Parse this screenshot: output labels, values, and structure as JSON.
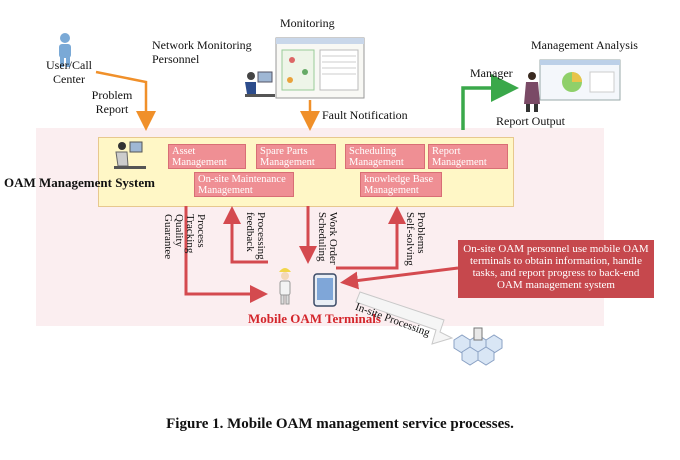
{
  "actors": {
    "user_call_center": "User/Call\nCenter",
    "network_monitoring": "Network Monitoring\nPersonnel",
    "monitoring": "Monitoring",
    "manager": "Manager",
    "management_analysis": "Management Analysis"
  },
  "flows": {
    "problem_report": "Problem\nReport",
    "fault_notification": "Fault Notification",
    "report_output": "Report Output",
    "process_tracking": "Process\nTracking\nQuality\nGuarantee",
    "processing_feedback": "Processing\nfeedback",
    "work_order": "Work Order\nScheduling",
    "problems_self_solving": "Problems\nSelf-solving",
    "insite_processing": "In-site Processing"
  },
  "system": {
    "title": "OAM Management System",
    "modules": {
      "asset": "Asset\nManagement",
      "spare_parts": "Spare Parts\nManagement",
      "scheduling": "Scheduling\nManagement",
      "report": "Report\nManagement",
      "onsite": "On-site Maintenance\nManagement",
      "knowledge": "knowledge Base\nManagement"
    }
  },
  "terminals_label": "Mobile OAM Terminals",
  "note": "On-site OAM personnel use mobile OAM terminals to obtain information, handle tasks, and report progress to back-end  OAM management system",
  "caption": "Figure 1. Mobile OAM management service processes.",
  "colors": {
    "orange_arrow": "#f0902a",
    "green_arrow": "#3aa84a",
    "red_arrow": "#d44a4f",
    "module_fill": "#ef8f94",
    "system_fill": "#fff7c6",
    "panel_fill": "#fbeef0"
  }
}
